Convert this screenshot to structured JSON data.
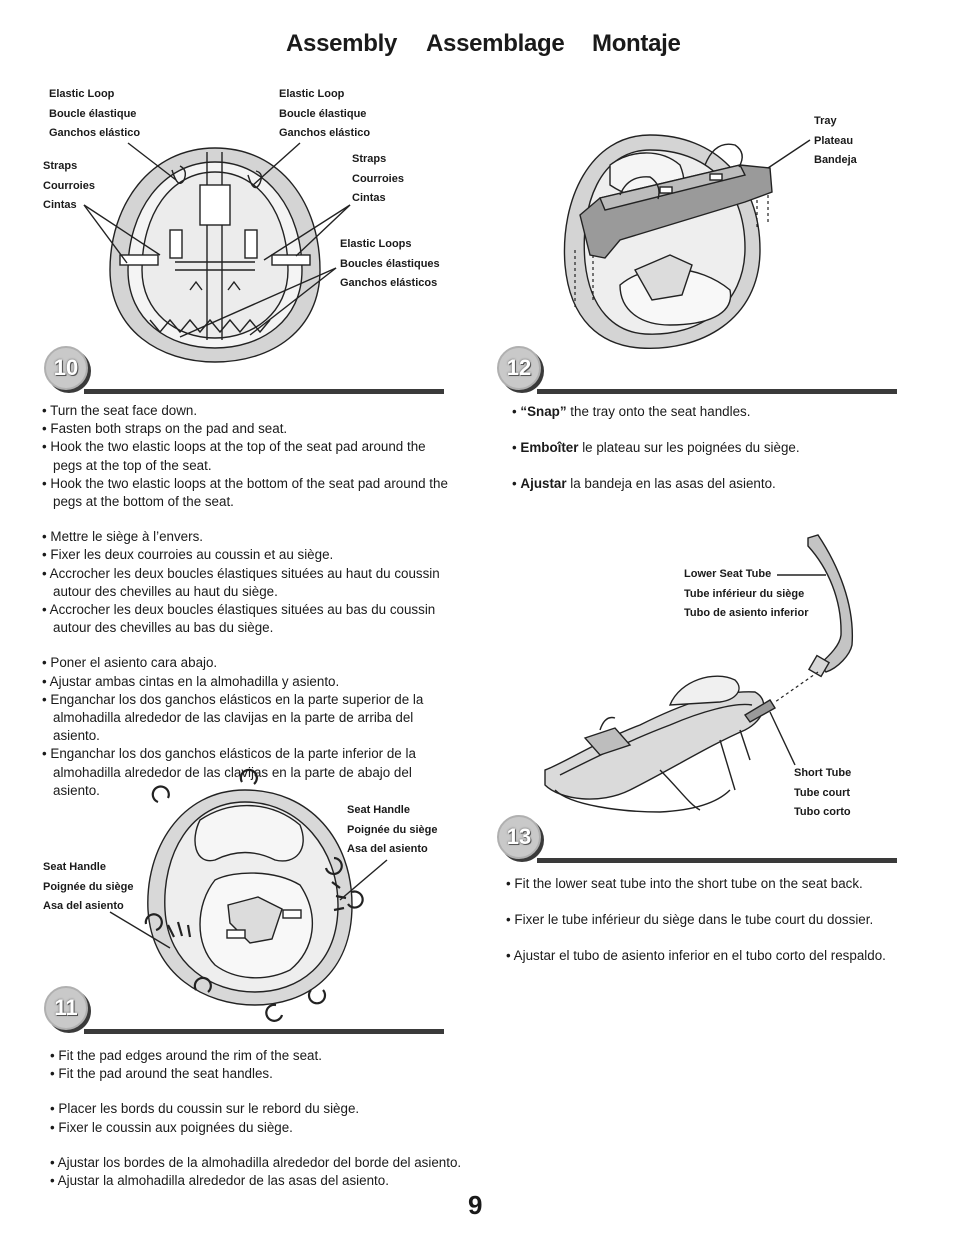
{
  "header": {
    "en": "Assembly",
    "fr": "Assemblage",
    "es": "Montaje"
  },
  "page_number": "9",
  "step10": {
    "number": "10",
    "labels": {
      "elastic_loop_left": [
        "Elastic Loop",
        "Boucle élastique",
        "Ganchos elástico"
      ],
      "elastic_loop_right": [
        "Elastic Loop",
        "Boucle élastique",
        "Ganchos elástico"
      ],
      "straps_left": [
        "Straps",
        "Courroies",
        "Cintas"
      ],
      "straps_right": [
        "Straps",
        "Courroies",
        "Cintas"
      ],
      "elastic_loops": [
        "Elastic Loops",
        "Boucles élastiques",
        "Ganchos elásticos"
      ]
    },
    "en": [
      "• Turn the seat face down.",
      "• Fasten both straps on the pad and seat.",
      "• Hook the two elastic loops at the top of the seat pad around the pegs at the top of the seat.",
      "• Hook the two elastic loops at the bottom of the seat pad around the pegs at the bottom of the seat."
    ],
    "fr": [
      "• Mettre le siège à l’envers.",
      "• Fixer les deux courroies au coussin et au siège.",
      "• Accrocher les deux boucles élastiques situées au haut du coussin autour des chevilles au haut du siège.",
      "• Accrocher les deux boucles élastiques situées au bas du coussin autour des chevilles au bas du siège."
    ],
    "es": [
      "• Poner el asiento cara abajo.",
      "• Ajustar ambas cintas en la almohadilla y asiento.",
      "• Enganchar los dos ganchos elásticos en la parte superior de la almohadilla alrededor de las clavijas en la parte de arriba del asiento.",
      "• Enganchar los dos ganchos elásticos de la parte inferior de la almohadilla alrededor de las clavijas en la parte de abajo del asiento."
    ]
  },
  "step11": {
    "number": "11",
    "labels": {
      "seat_handle_right": [
        "Seat Handle",
        "Poignée du siège",
        "Asa del asiento"
      ],
      "seat_handle_left": [
        "Seat Handle",
        "Poignée du siège",
        "Asa del asiento"
      ]
    },
    "en": [
      "• Fit the pad edges around the rim of the seat.",
      "• Fit the pad around the seat handles."
    ],
    "fr": [
      "• Placer les bords du coussin sur le rebord du siège.",
      "• Fixer le coussin aux poignées du siège."
    ],
    "es": [
      "• Ajustar los bordes de la almohadilla alrededor del borde del asiento.",
      "• Ajustar la almohadilla alrededor de las asas del asiento."
    ]
  },
  "step12": {
    "number": "12",
    "labels": {
      "tray": [
        "Tray",
        "Plateau",
        "Bandeja"
      ]
    },
    "en": {
      "bold": "“Snap”",
      "rest": " the tray onto the seat handles."
    },
    "fr": {
      "bold": "Emboîter",
      "rest": " le plateau sur les poignées du siège."
    },
    "es": {
      "bold": "Ajustar",
      "rest": " la bandeja en las asas del asiento."
    }
  },
  "step13": {
    "number": "13",
    "labels": {
      "lower_seat_tube": [
        "Lower Seat Tube",
        "Tube inférieur du siège",
        "Tubo de asiento inferior"
      ],
      "short_tube": [
        "Short Tube",
        "Tube court",
        "Tubo corto"
      ]
    },
    "en": "• Fit the lower seat tube into the short tube on the seat back.",
    "fr": "• Fixer le tube inférieur du siège dans le tube court du dossier.",
    "es": "• Ajustar el tubo de asiento inferior en el tubo corto del respaldo."
  }
}
